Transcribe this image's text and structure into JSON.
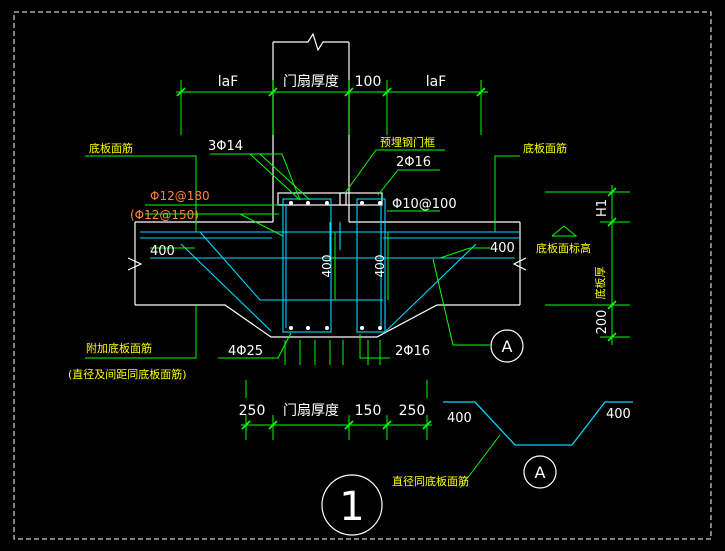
{
  "colors": {
    "background": "#000000",
    "frame": "#ffffff",
    "outline": "#ffffff",
    "rebar": "#00d8ff",
    "dimension": "#00ff00",
    "leader": "#00ff00",
    "text_white": "#ffffff",
    "text_yellow": "#ffff00",
    "text_orange": "#ff8040"
  },
  "labels": {
    "lap_left": "laF",
    "door_thickness_top": "门扇厚度",
    "dim_100": "100",
    "lap_right": "laF",
    "bottom_face_rebar_left": "底板面筋",
    "bottom_face_rebar_right": "底板面筋",
    "rebar_3phi14": "3Φ14",
    "embedded_steel_frame": "预埋钢门框",
    "rebar_2phi16_top": "2Φ16",
    "rebar_phi12_180": "Φ12@180",
    "rebar_phi12_150": "(Φ12@150)",
    "rebar_phi10_100": "Φ10@100",
    "dim_400_left": "400",
    "dim_400_right": "400",
    "dim_400_vert_left": "400",
    "dim_400_vert_right": "400",
    "dim_H1": "H1",
    "slab_level": "底板面标高",
    "slab_thickness": "底板厚",
    "dim_200": "200",
    "additional_rebar": "附加底板面筋",
    "additional_rebar_note": "(直径及间距同底板面筋)",
    "rebar_4phi25": "4Φ25",
    "rebar_2phi16_bottom": "2Φ16",
    "dim_250_left": "250",
    "door_thickness_bottom": "门扇厚度",
    "dim_150": "150",
    "dim_250_right": "250",
    "detail_400_left": "400",
    "detail_400_right": "400",
    "section_mark_A": "A",
    "detail_mark_A": "A",
    "same_diameter_note": "直径同底板面筋",
    "drawing_number": "1"
  }
}
